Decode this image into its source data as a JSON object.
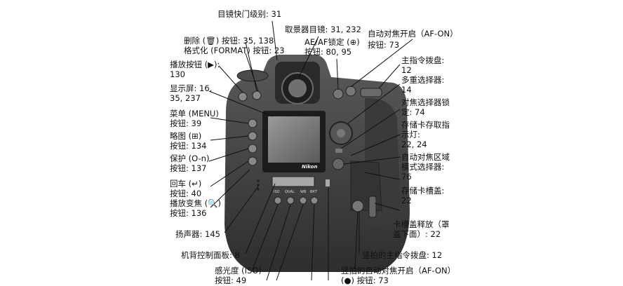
{
  "labels": {
    "shutter_release_mode": "目镜快门级别: 31",
    "viewfinder_eyepiece": "取景器目镜: 31, 232",
    "af_on_button_a": "自动对焦开启（AF-ON）",
    "af_on_button_b": "按钮: 73",
    "delete_button_a": "删除 (🗑) 按钮: 35, 138",
    "format_button_a": "格式化 (FORMAT) 按钮: 23",
    "ae_af_lock_a": "AE/AF锁定 (⊕)",
    "ae_af_lock_b": "按钮: 80, 95",
    "main_command_dial_a": "主指令拨盘:",
    "main_command_dial_b": "12",
    "playback_button_a": "播放按钮 (▶):",
    "playback_button_b": "130",
    "multi_selector_a": "多重选择器:",
    "multi_selector_b": "14",
    "monitor_a": "显示屏: 16,",
    "monitor_b": "35, 237",
    "focus_selector_lock_a": "对焦选择器锁",
    "focus_selector_lock_b": "定: 74",
    "menu_button_a": "菜单 (MENU)",
    "menu_button_b": "按钮: 39",
    "card_access_lamp_a": "存储卡存取指",
    "card_access_lamp_b": "示灯:",
    "card_access_lamp_c": "22, 24",
    "thumbnail_button_a": "略图 (⊞)",
    "thumbnail_button_b": "按钮: 134",
    "af_area_mode_a": "自动对焦区域",
    "af_area_mode_b": "模式选择器:",
    "af_area_mode_c": "76",
    "protect_button_a": "保护 (O-n)",
    "protect_button_b": "按钮: 137",
    "card_slot_cover_a": "存储卡槽盖:",
    "card_slot_cover_b": "22",
    "enter_button_a": "回车 (↵)",
    "enter_button_b": "按钮: 40",
    "playback_zoom_a": "播放变焦 (🔍)",
    "playback_zoom_b": "按钮: 136",
    "card_slot_release_a": "卡槽盖释放（罩",
    "card_slot_release_b": "盖下面）: 22",
    "speaker": "扬声器: 145",
    "vertical_main_dial": "竖拍的主指令拨盘: 12",
    "rear_control_panel": "机背控制面板: 8",
    "vertical_af_on_a": "竖拍的自动对焦开启（AF-ON）",
    "vertical_af_on_b": "(●) 按钮: 73",
    "iso_button_a": "感光度 (ISO)",
    "iso_button_b": "按钮: 49"
  },
  "camera": {
    "brand": "Nikon",
    "lcd_buttons": [
      "ISO",
      "QUAL",
      "WB",
      "ВКТ"
    ]
  }
}
